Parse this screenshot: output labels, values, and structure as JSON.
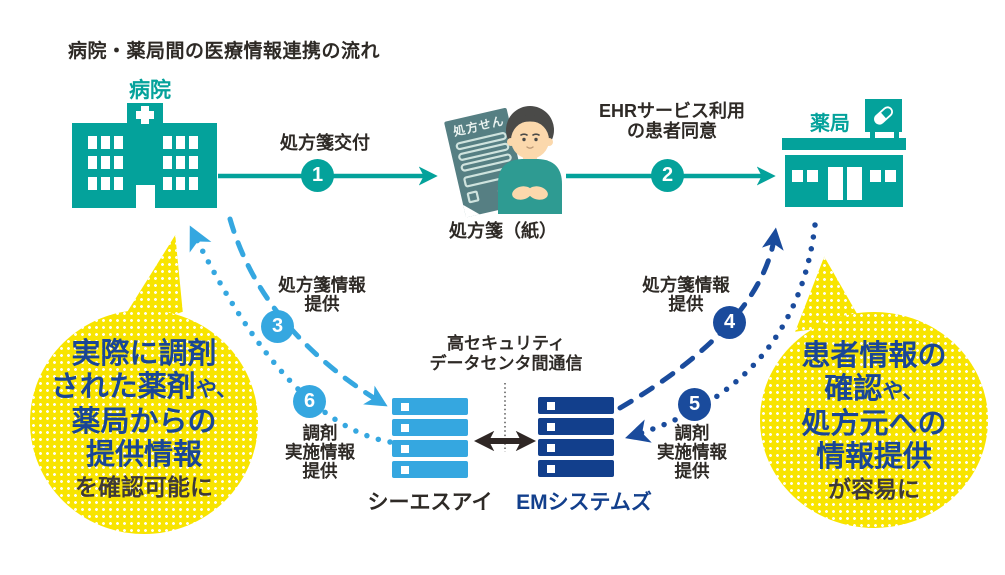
{
  "title": "病院・薬局間の医療情報連携の流れ",
  "colors": {
    "teal": "#04a29b",
    "light_blue": "#35a7e0",
    "navy": "#1a4b9c",
    "navy_server": "#123f8c",
    "yellow": "#f8e400",
    "text_dark": "#2e2a26",
    "bubble_blue": "#1a4695",
    "paper_slate": "#567f83"
  },
  "nodes": {
    "hospital": {
      "label": "病院"
    },
    "pharmacy": {
      "label": "薬局"
    },
    "prescription": {
      "paper_text": "処方せん",
      "caption": "処方箋（紙）"
    }
  },
  "steps": {
    "s1": {
      "num": "1",
      "label": "処方箋交付"
    },
    "s2": {
      "num": "2",
      "line1": "EHRサービス利用",
      "line2": "の患者同意"
    },
    "s3": {
      "num": "3",
      "line1": "処方箋情報",
      "line2": "提供"
    },
    "s4": {
      "num": "4",
      "line1": "処方箋情報",
      "line2": "提供"
    },
    "s5": {
      "num": "5",
      "line1": "調剤",
      "line2": "実施情報",
      "line3": "提供"
    },
    "s6": {
      "num": "6",
      "line1": "調剤",
      "line2": "実施情報",
      "line3": "提供"
    }
  },
  "servers": {
    "csi": {
      "label": "シーエスアイ"
    },
    "em": {
      "label": "EMシステムズ"
    },
    "link_line1": "高セキュリティ",
    "link_line2": "データセンタ間通信"
  },
  "bubbles": {
    "left": {
      "line1": "実際に調剤",
      "line2a": "された薬剤",
      "line2b": "や、",
      "line3": "薬局からの",
      "line4": "提供情報",
      "line5": "を確認可能に"
    },
    "right": {
      "line1": "患者情報の",
      "line2a": "確認",
      "line2b": "や、",
      "line3": "処方元への",
      "line4": "情報提供",
      "line5": "が容易に"
    }
  },
  "icons": {
    "hospital": "hospital-building-icon",
    "pharmacy": "pharmacy-building-icon",
    "capsule": "capsule-icon",
    "prescription": "prescription-paper-icon",
    "patient": "patient-person-icon",
    "server": "server-stack-icon",
    "sync": "double-headed-arrow-icon"
  }
}
